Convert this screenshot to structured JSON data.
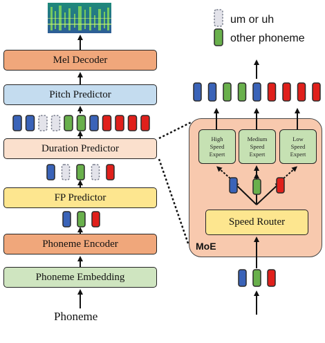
{
  "legend": {
    "filler_label": "um or uh",
    "other_label": "other phoneme"
  },
  "pipeline": {
    "mel_decoder": "Mel Decoder",
    "pitch_predictor": "Pitch Predictor",
    "duration_predictor": "Duration Predictor",
    "fp_predictor": "FP Predictor",
    "phoneme_encoder": "Phoneme Encoder",
    "phoneme_embedding": "Phoneme Embedding",
    "input_label": "Phoneme"
  },
  "moe": {
    "label": "MoE",
    "router": "Speed Router",
    "experts": [
      {
        "label": "High\nSpeed\nExpert"
      },
      {
        "label": "Medium\nSpeed\nExpert"
      },
      {
        "label": "Low\nSpeed\nExpert"
      }
    ]
  },
  "colors": {
    "blue": "#3a63b8",
    "green": "#69b04c",
    "red": "#e0201b",
    "filler": "#e3e3ea",
    "mel": "#f0a77b",
    "pitch": "#c4dcef",
    "duration": "#fbe0cd",
    "fp": "#fde68f",
    "embedding": "#cfe5c0",
    "moe": "#f8c9ae"
  },
  "token_rows": {
    "after_duration": [
      "blue",
      "blue",
      "filler",
      "filler",
      "green",
      "green",
      "blue",
      "red",
      "red",
      "red",
      "red"
    ],
    "after_fp": [
      "blue",
      "filler",
      "green",
      "filler",
      "red"
    ],
    "after_encoder": [
      "blue",
      "green",
      "red"
    ],
    "moe_output": [
      "blue",
      "blue",
      "green",
      "green",
      "blue",
      "red",
      "red",
      "red",
      "red"
    ],
    "moe_input": [
      "blue",
      "green",
      "red"
    ],
    "router_out": [
      "blue",
      "green",
      "red"
    ]
  }
}
